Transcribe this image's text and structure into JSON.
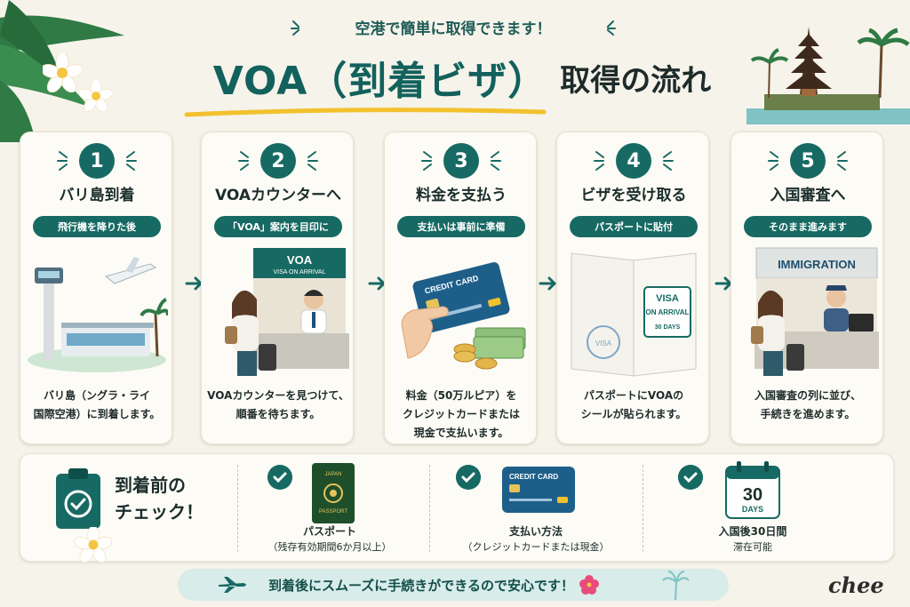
{
  "header": {
    "subtitle": "空港で簡単に取得できます！",
    "title_main": "VOA（到着ビザ）",
    "title_sub": "取得の流れ"
  },
  "steps": [
    {
      "number": "1",
      "title": "バリ島到着",
      "pill": "飛行機を降りた後",
      "desc_line1": "バリ島（ングラ・ライ",
      "desc_line2": "国際空港）に到着します。",
      "desc_line3": ""
    },
    {
      "number": "2",
      "title": "VOAカウンターへ",
      "pill": "「VOA」案内を目印に",
      "sign_title": "VOA",
      "sign_sub": "VISA ON ARRIVAL",
      "desc_line1": "VOAカウンターを見つけて、",
      "desc_line2": "順番を待ちます。",
      "desc_line3": ""
    },
    {
      "number": "3",
      "title": "料金を支払う",
      "pill": "支払いは事前に準備",
      "card_label": "CREDIT CARD",
      "desc_line1": "料金（50万ルピア）を",
      "desc_line2": "クレジットカードまたは",
      "desc_line3": "現金で支払います。"
    },
    {
      "number": "4",
      "title": "ビザを受け取る",
      "pill": "パスポートに貼付",
      "sticker_l1": "VISA",
      "sticker_l2": "ON ARRIVAL",
      "sticker_l3": "30 DAYS",
      "stamp": "VISA",
      "desc_line1": "パスポートにVOAの",
      "desc_line2": "シールが貼られます。",
      "desc_line3": ""
    },
    {
      "number": "5",
      "title": "入国審査へ",
      "pill": "そのまま進みます",
      "sign_title": "IMMIGRATION",
      "desc_line1": "入国審査の列に並び、",
      "desc_line2": "手続きを進めます。",
      "desc_line3": ""
    }
  ],
  "checklist": {
    "heading_line1": "到着前の",
    "heading_line2": "チェック！",
    "items": [
      {
        "label": "パスポート",
        "note": "（残存有効期間6か月以上）",
        "passport_text": "JAPAN",
        "passport_sub": "PASSPORT"
      },
      {
        "label": "支払い方法",
        "note": "（クレジットカードまたは現金）",
        "card_label": "CREDIT CARD"
      },
      {
        "label": "入国後30日間",
        "note": "滞在可能",
        "calendar_num": "30",
        "calendar_unit": "DAYS"
      }
    ]
  },
  "footer": {
    "text": "到着後にスムーズに手続きができるので安心です！"
  },
  "brand": "chee",
  "colors": {
    "accent": "#176a63",
    "background": "#f6f3ea",
    "highlight": "#f2c12e",
    "flower": "#e94b7c"
  }
}
